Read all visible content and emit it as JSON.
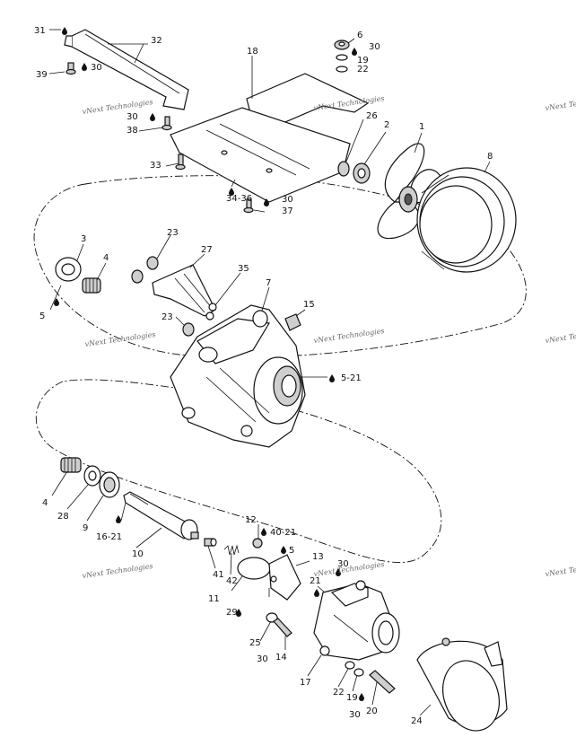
{
  "watermark": "vNext Technologies",
  "labels": {
    "l31": "31",
    "l39": "39",
    "l30a": "30",
    "l32": "32",
    "l18": "18",
    "l6": "6",
    "l30b": "30",
    "l19a": "19",
    "l22a": "22",
    "l30c": "30",
    "l38": "38",
    "l26": "26",
    "l1": "1",
    "l2": "2",
    "l8": "8",
    "l33": "33",
    "l3436": "34-36",
    "l30d": "30",
    "l37": "37",
    "l3": "3",
    "l23a": "23",
    "l27": "27",
    "l4a": "4",
    "l35": "35",
    "l5a": "5",
    "l7": "7",
    "l15": "15",
    "l23b": "23",
    "l521": "5-21",
    "l4b": "4",
    "l28": "28",
    "l9": "9",
    "l1621": "16-21",
    "l10": "10",
    "l12": "12",
    "l4021": "40-21",
    "l5b": "5",
    "l41": "41",
    "l42": "42",
    "l13": "13",
    "l11": "11",
    "l29": "29",
    "l30e": "30",
    "l21": "21",
    "l25": "25",
    "l30f": "30",
    "l14": "14",
    "l17": "17",
    "l22b": "22",
    "l19b": "19",
    "l30g": "30",
    "l20": "20",
    "l24": "24"
  },
  "colors": {
    "line": "#111111",
    "fill_grey": "#cfcfcf",
    "watermark": "#666666"
  },
  "icons": {
    "lubricant_marker": "drop-icon"
  }
}
